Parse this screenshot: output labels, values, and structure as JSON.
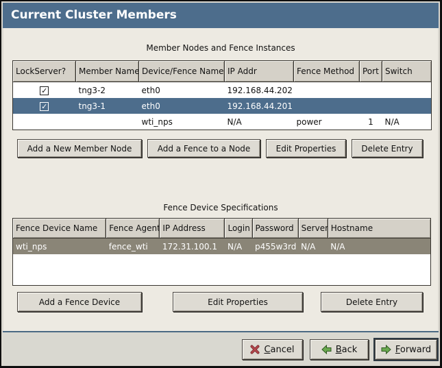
{
  "window": {
    "title": "Current Cluster Members"
  },
  "icons": {
    "check": "✓"
  },
  "colors": {
    "titlebar": "#4d6d8c",
    "selection_active": "#4d6d8c",
    "selection_inactive": "#8a8577",
    "separator": "#4a6983",
    "background": "#edeae2",
    "cancel_icon_red": "#a6343a",
    "arrow_icon_green": "#6aa84f"
  },
  "member_section": {
    "caption": "Member Nodes and Fence Instances",
    "columns": [
      "LockServer?",
      "Member Name",
      "Device/Fence Name",
      "IP Addr",
      "Fence Method",
      "Port",
      "Switch"
    ],
    "rows": [
      {
        "lockserver": true,
        "member_name": "tng3-2",
        "device_fence_name": "eth0",
        "ip_addr": "192.168.44.202",
        "fence_method": "",
        "port": "",
        "switch": "",
        "selected": false
      },
      {
        "lockserver": true,
        "member_name": "tng3-1",
        "device_fence_name": "eth0",
        "ip_addr": "192.168.44.201",
        "fence_method": "",
        "port": "",
        "switch": "",
        "selected": true
      },
      {
        "lockserver": null,
        "member_name": "",
        "device_fence_name": "wti_nps",
        "ip_addr": "N/A",
        "fence_method": "power",
        "port": "1",
        "switch": "N/A",
        "selected": false
      }
    ],
    "buttons": {
      "add_member": "Add a New Member Node",
      "add_fence": "Add a Fence to a Node",
      "edit": "Edit Properties",
      "delete": "Delete Entry"
    }
  },
  "fence_section": {
    "caption": "Fence Device Specifications",
    "columns": [
      "Fence Device Name",
      "Fence Agent",
      "IP Address",
      "Login",
      "Password",
      "Server",
      "Hostname"
    ],
    "rows": [
      {
        "name": "wti_nps",
        "agent": "fence_wti",
        "ip_address": "172.31.100.1",
        "login": "N/A",
        "password": "p455w3rd",
        "server": "N/A",
        "hostname": "N/A",
        "selected": true
      }
    ],
    "buttons": {
      "add_device": "Add a Fence Device",
      "edit": "Edit Properties",
      "delete": "Delete Entry"
    }
  },
  "footer": {
    "cancel": {
      "head": "C",
      "tail": "ancel"
    },
    "back": {
      "head": "B",
      "tail": "ack"
    },
    "forward": {
      "head": "F",
      "tail": "orward"
    }
  }
}
